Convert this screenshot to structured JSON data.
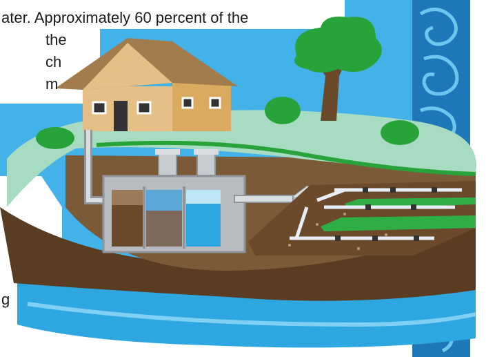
{
  "text_fragments": {
    "line1": "ater. Approximately 60 percent of the",
    "line2": "the",
    "line3": "ch",
    "line4": "m",
    "line5": "g"
  },
  "colors": {
    "sky": "#43b2e8",
    "lawn": "#a8dcc2",
    "soil": "#6b4a2b",
    "soil_dark": "#4a3220",
    "groundwater": "#2ea7e0",
    "house_wall": "#e5bf86",
    "roof": "#a27c4c",
    "tree_green": "#27a33a",
    "tank_grey": "#b8bcc0",
    "drain_field_green": "#2fae45",
    "pipe_white": "#e8eef4"
  },
  "icons": [
    "house-icon",
    "tree-icon",
    "septic-tank-icon",
    "distribution-box-icon",
    "drain-field-icon"
  ]
}
